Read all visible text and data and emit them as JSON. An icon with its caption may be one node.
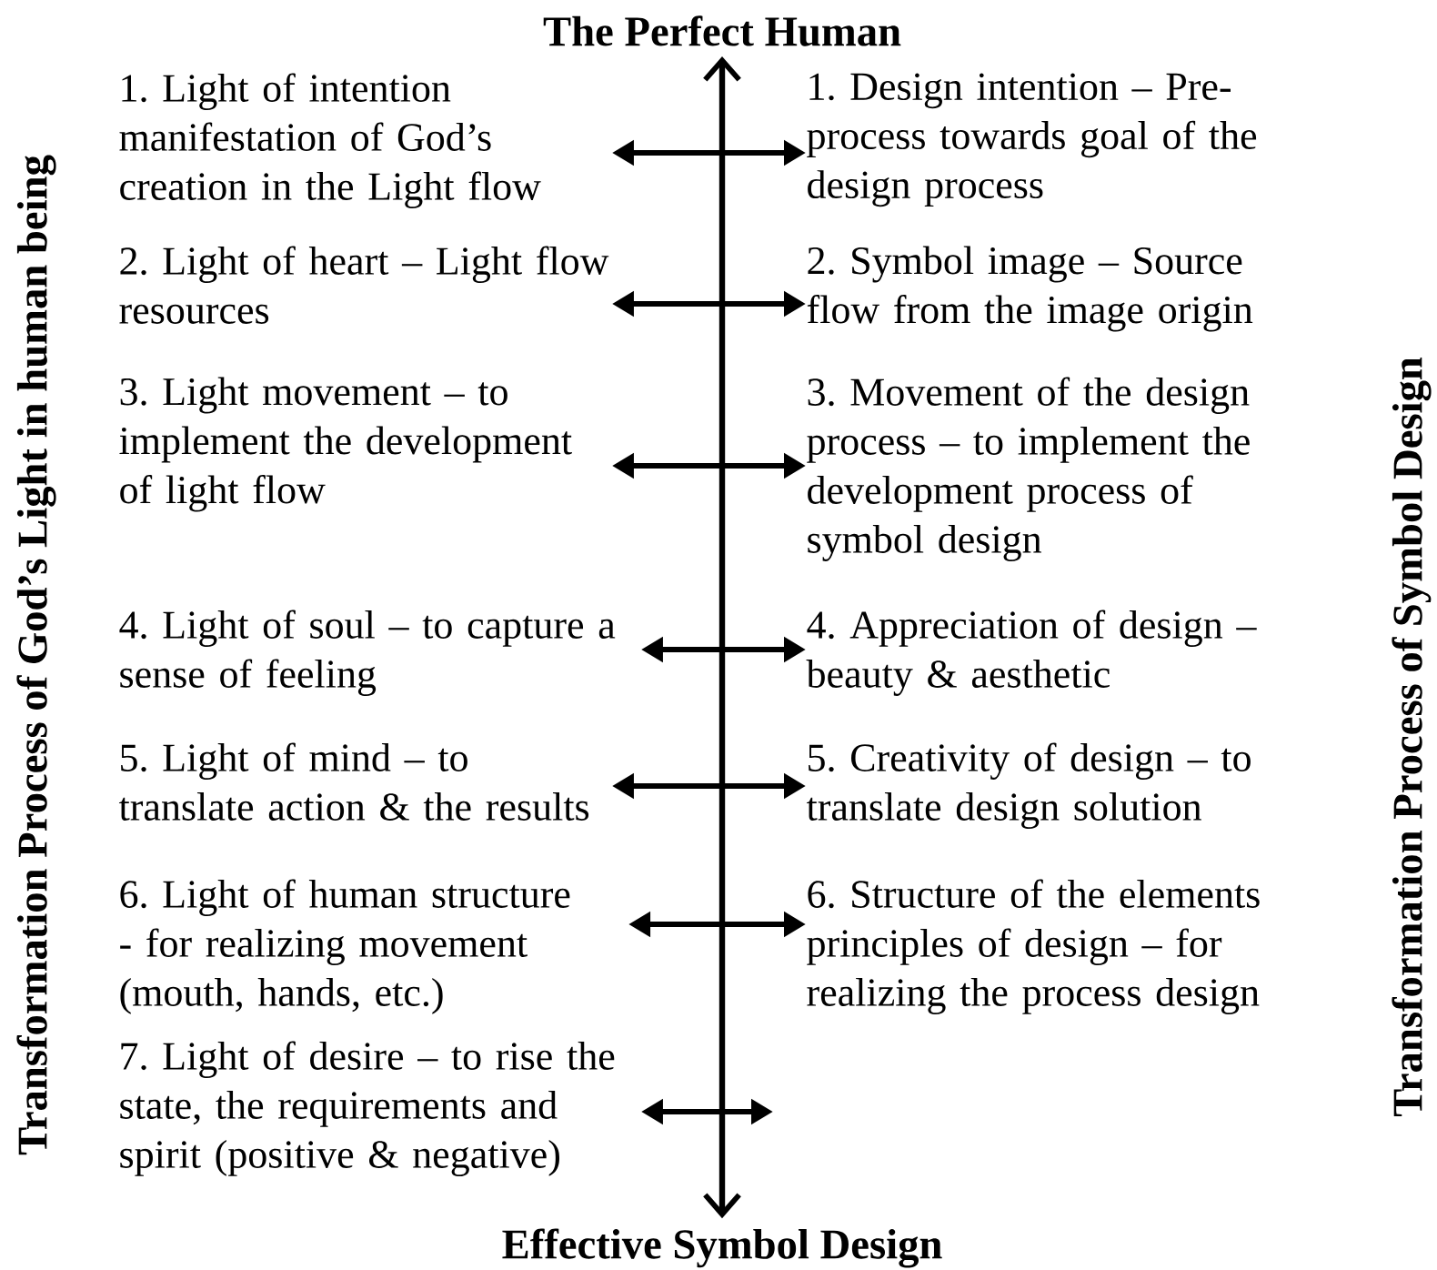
{
  "diagram": {
    "nodes": [
      {
        "text": [
          "The Perfect Human"
        ]
      },
      {
        "text": [
          "1. Light of intention manifestation of God’s creation in the Light flow"
        ]
      },
      {
        "text": [
          "1. Design intention – Pre-process towards goal of the design process"
        ]
      },
      {
        "text": [
          "2. Light of heart – Light flow resources"
        ]
      },
      {
        "text": [
          "2. Symbol image – Source flow from the image origin"
        ]
      },
      {
        "text": [
          "3. Light movement – to implement the development of light flow"
        ]
      },
      {
        "text": [
          "3. Movement of the design process – to implement the development process of symbol design"
        ]
      },
      {
        "text": [
          "4. Light of soul – to capture a sense of feeling"
        ]
      },
      {
        "text": [
          "4. Appreciation of design – beauty & aesthetic"
        ]
      },
      {
        "text": [
          "5. Light of mind – to translate action & the results"
        ]
      },
      {
        "text": [
          "5. Creativity of design – to translate design solution"
        ]
      },
      {
        "text": [
          "6. Light of human structure - for realizing movement (mouth, hands, etc.)"
        ]
      },
      {
        "text": [
          "6. Structure of the elements principles of design – for realizing the process design"
        ]
      },
      {
        "text": [
          "7. Light of desire – to rise the state, the requirements and spirit (positive & negative)"
        ]
      },
      {
        "text": [
          "Effective Symbol Design"
        ]
      }
    ],
    "edges": [
      {
        "from": 0,
        "to": 14,
        "arrow": "both"
      },
      {
        "from": 1,
        "to": 2,
        "arrow": "both"
      },
      {
        "from": 3,
        "to": 4,
        "arrow": "both"
      },
      {
        "from": 5,
        "to": 6,
        "arrow": "both"
      },
      {
        "from": 7,
        "to": 8,
        "arrow": "both"
      },
      {
        "from": 9,
        "to": 10,
        "arrow": "both"
      },
      {
        "from": 11,
        "to": 12,
        "arrow": "both"
      },
      {
        "from": 13,
        "to": null,
        "arrow": "both"
      }
    ],
    "labels": [
      "Transformation Process of God’s Light in human being",
      "Transformation Process of Symbol Design"
    ]
  }
}
